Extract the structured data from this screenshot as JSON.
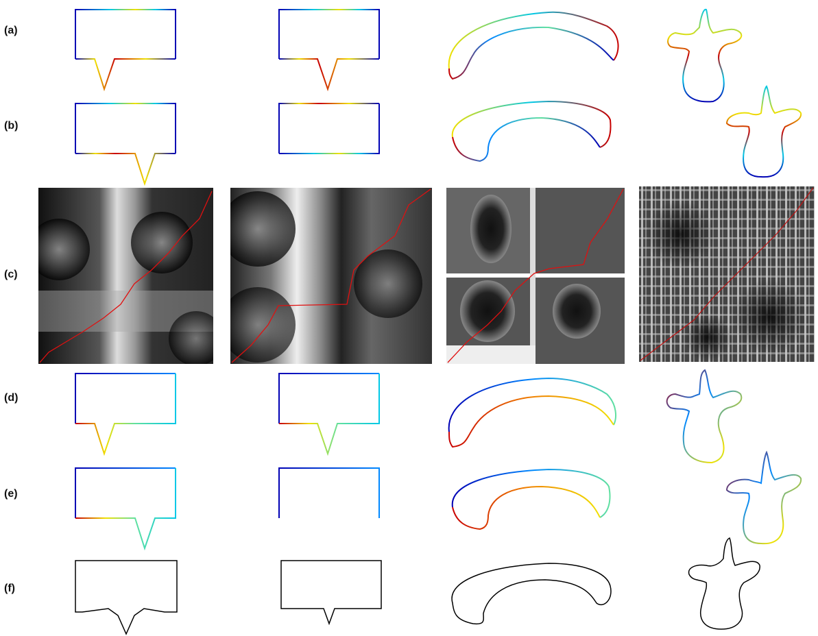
{
  "row_labels": [
    "(a)",
    "(b)",
    "(c)",
    "(d)",
    "(e)",
    "(f)"
  ],
  "colors": {
    "jet_blue": "#0000b4",
    "jet_cyan": "#00c8e6",
    "jet_yellow": "#f0e000",
    "jet_red": "#c80000",
    "correspondence_path": "#e01010",
    "contour_black": "#000000"
  }
}
